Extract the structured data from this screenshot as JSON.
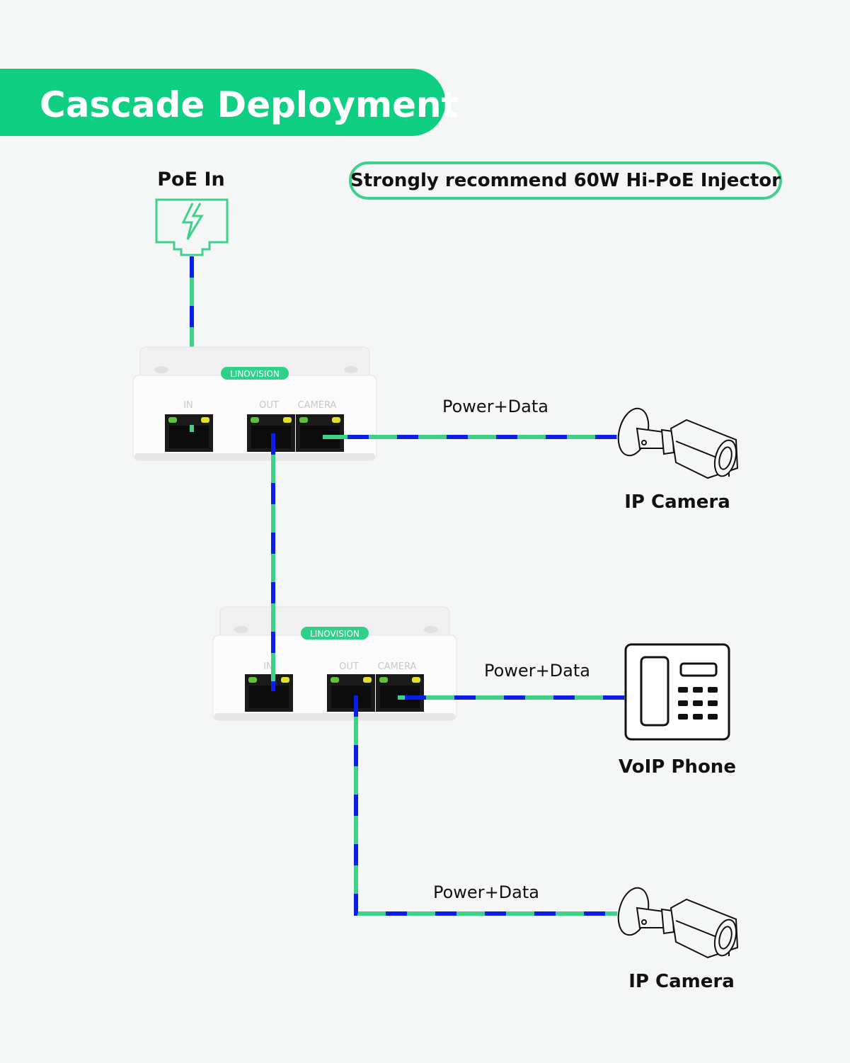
{
  "title": "Cascade Deployment",
  "poe_in_label": "PoE In",
  "recommendation": "Strongly recommend 60W Hi-PoE Injector",
  "devices": [
    {
      "brand": "LINOVISION",
      "ports": [
        "IN",
        "OUT",
        "CAMERA"
      ]
    },
    {
      "brand": "LINOVISION",
      "ports": [
        "IN",
        "OUT",
        "CAMERA"
      ]
    }
  ],
  "links": [
    {
      "label": "Power+Data",
      "endpoint": "IP Camera"
    },
    {
      "label": "Power+Data",
      "endpoint": "VoIP Phone"
    },
    {
      "label": "Power+Data",
      "endpoint": "IP Camera"
    }
  ],
  "colors": {
    "accent": "#0fcf82",
    "cable_green": "#3fd08a",
    "cable_blue": "#0b1de8",
    "background": "#f5f7f6"
  },
  "icons": [
    "poe-power-icon",
    "ip-camera-icon",
    "voip-phone-icon"
  ]
}
